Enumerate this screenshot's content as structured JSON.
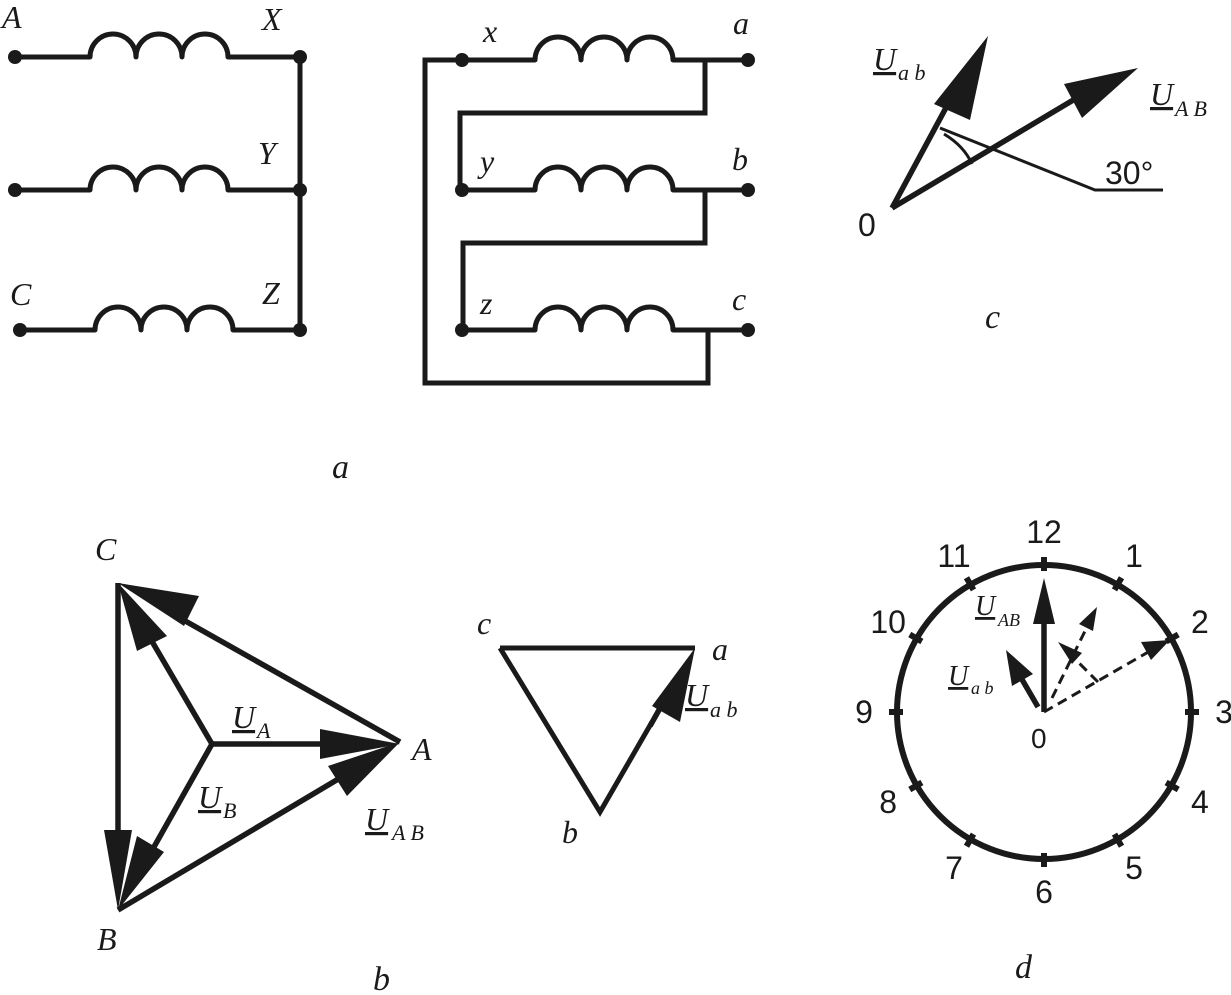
{
  "panel_labels": {
    "a": "a",
    "b": "b",
    "c": "c",
    "d": "d"
  },
  "primary_terminals": {
    "A": "A",
    "C": "C",
    "X": "X",
    "Y": "Y",
    "Z": "Z"
  },
  "secondary_terminals": {
    "x": "x",
    "y": "y",
    "z": "z",
    "a": "a",
    "b": "b",
    "c": "c"
  },
  "vectors": {
    "U_main": "U",
    "sub_ab": "a b",
    "sub_AB": "A B",
    "sub_AB_compact": "AB",
    "sub_A": "A",
    "sub_B": "B"
  },
  "star_vertices": {
    "A": "A",
    "B": "B",
    "C": "C"
  },
  "delta_vertices": {
    "a": "a",
    "b": "b",
    "c": "c"
  },
  "phasor_panel": {
    "origin": "0",
    "angle": "30°"
  },
  "clock": {
    "hours": [
      "12",
      "1",
      "2",
      "3",
      "4",
      "5",
      "6",
      "7",
      "8",
      "9",
      "10",
      "11"
    ],
    "center": "0"
  }
}
